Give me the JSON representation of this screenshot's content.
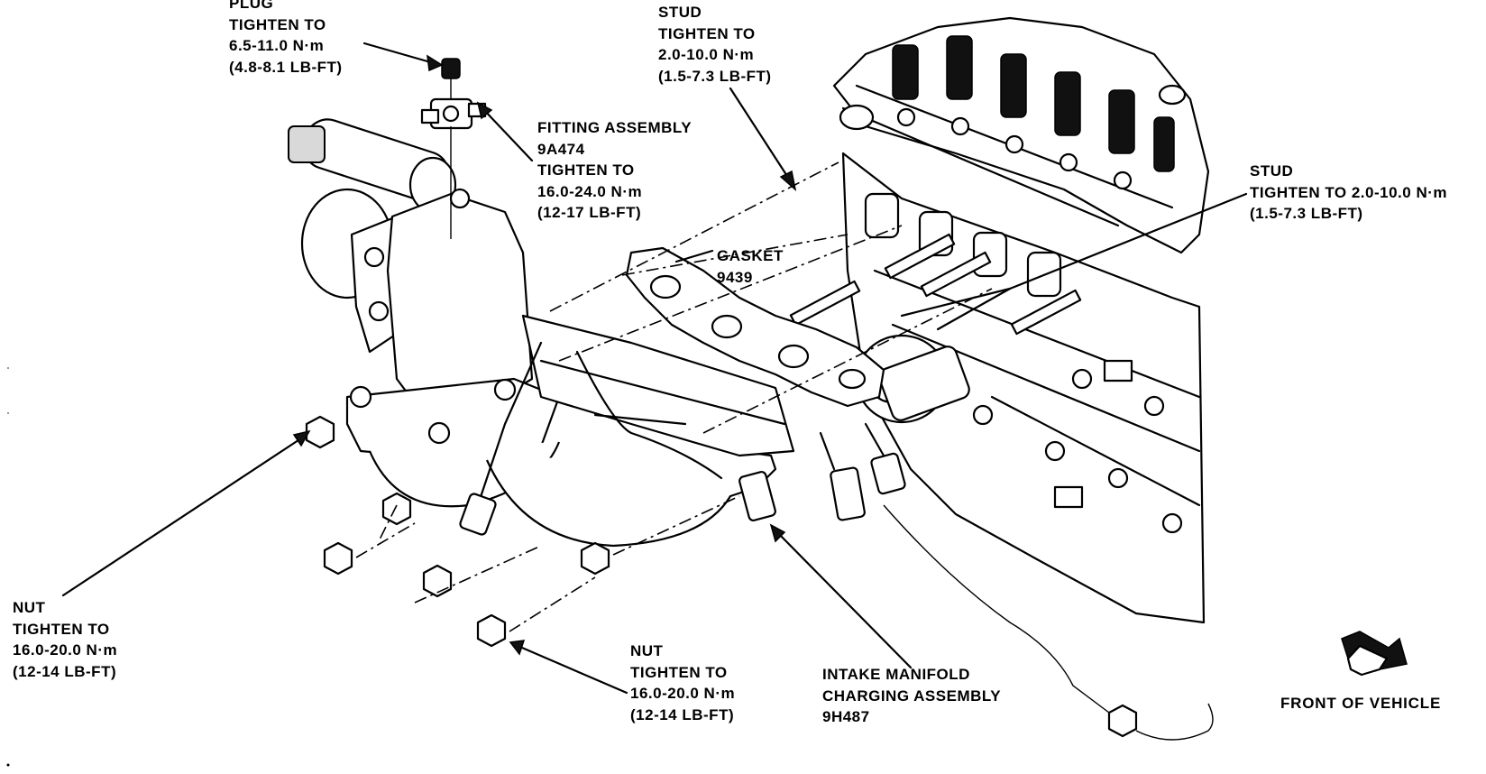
{
  "callouts": {
    "plug": [
      "PLUG",
      "TIGHTEN TO",
      "6.5-11.0 N·m",
      "(4.8-8.1 LB-FT)"
    ],
    "stud_top": [
      "STUD",
      "TIGHTEN TO",
      "2.0-10.0 N·m",
      "(1.5-7.3 LB-FT)"
    ],
    "fitting": [
      "FITTING ASSEMBLY",
      "9A474",
      "TIGHTEN TO",
      "16.0-24.0 N·m",
      "(12-17 LB-FT)"
    ],
    "stud_right": [
      "STUD",
      "TIGHTEN TO 2.0-10.0 N·m",
      "(1.5-7.3 LB-FT)"
    ],
    "gasket": [
      "GASKET",
      "9439"
    ],
    "nut_left": [
      "NUT",
      "TIGHTEN TO",
      "16.0-20.0 N·m",
      "(12-14 LB-FT)"
    ],
    "nut_bottom": [
      "NUT",
      "TIGHTEN TO",
      "16.0-20.0 N·m",
      "(12-14 LB-FT)"
    ],
    "manifold": [
      "INTAKE MANIFOLD",
      "CHARGING ASSEMBLY",
      "9H487"
    ],
    "front": "FRONT OF VEHICLE"
  }
}
